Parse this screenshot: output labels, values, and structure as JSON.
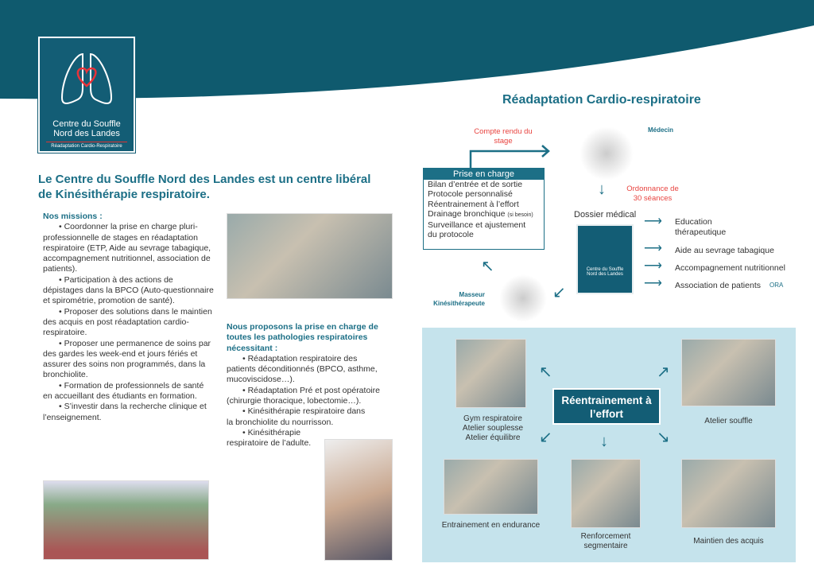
{
  "logo": {
    "title_line1": "Centre du Souffle",
    "title_line2": "Nord des Landes",
    "subtitle": "Réadaptation Cardio-Respiratoire"
  },
  "left": {
    "headline": "Le Centre du Souffle Nord des Landes est un centre libéral de Kinésithérapie respiratoire.",
    "missions_title": "Nos missions :",
    "missions": [
      "• Coordonner la prise en charge pluri-professionnelle de stages en réadaptation respiratoire (ETP, Aide au sevrage tabagique, accompagnement nutritionnel, association de patients).",
      "• Participation à des actions de dépistages dans la BPCO (Auto-questionnaire et spirométrie, promotion de santé).",
      "• Proposer des solutions dans le maintien des acquis en post réadaptation cardio-respiratoire.",
      "• Proposer une permanence de soins par des gardes les week-end et jours fériés et assurer des soins non programmés, dans la bronchiolite.",
      "• Formation de professionnels de santé en accueillant des étudiants en formation.",
      "• S’investir dans la recherche clinique et l’enseignement."
    ],
    "pathologies_title": "Nous proposons la prise en charge de toutes les pathologies respiratoires nécessitant :",
    "pathologies": [
      "• Réadaptation respiratoire des patients déconditionnés (BPCO, asthme, mucoviscidose…).",
      "• Réadaptation Pré et post opératoire (chirurgie thoracique, lobectomie…).",
      "• Kinésithérapie respiratoire dans la bronchiolite du nourrisson.",
      "• Kinésithérapie respiratoire de l’adulte."
    ]
  },
  "right": {
    "title": "Réadaptation Cardio-respiratoire",
    "compte_rendu": "Compte rendu du stage",
    "medecin": "Médecin",
    "ordonnance": "Ordonnance de 30 séances",
    "dossier": "Dossier médical",
    "masseur": "Masseur Kinésithérapeute",
    "prise": {
      "title": "Prise en charge",
      "items": [
        "Bilan d’entrée et de sortie",
        "Protocole personnalisé",
        "Réentrainement à l’effort",
        "Drainage bronchique",
        "Surveillance et ajustement du protocole"
      ],
      "note": "(si besoin)"
    },
    "services": [
      "Education thérapeutique",
      "Aide au sevrage tabagique",
      "Accompagnement nutritionnel",
      "Association de patients"
    ],
    "ora": "ORA",
    "reentrainement": "Réentrainement à l’effort",
    "activities": [
      "Gym respiratoire",
      "Atelier souplesse",
      "Atelier équilibre",
      "Atelier souffle",
      "Entrainement en endurance",
      "Renforcement segmentaire",
      "Maintien des acquis"
    ]
  }
}
